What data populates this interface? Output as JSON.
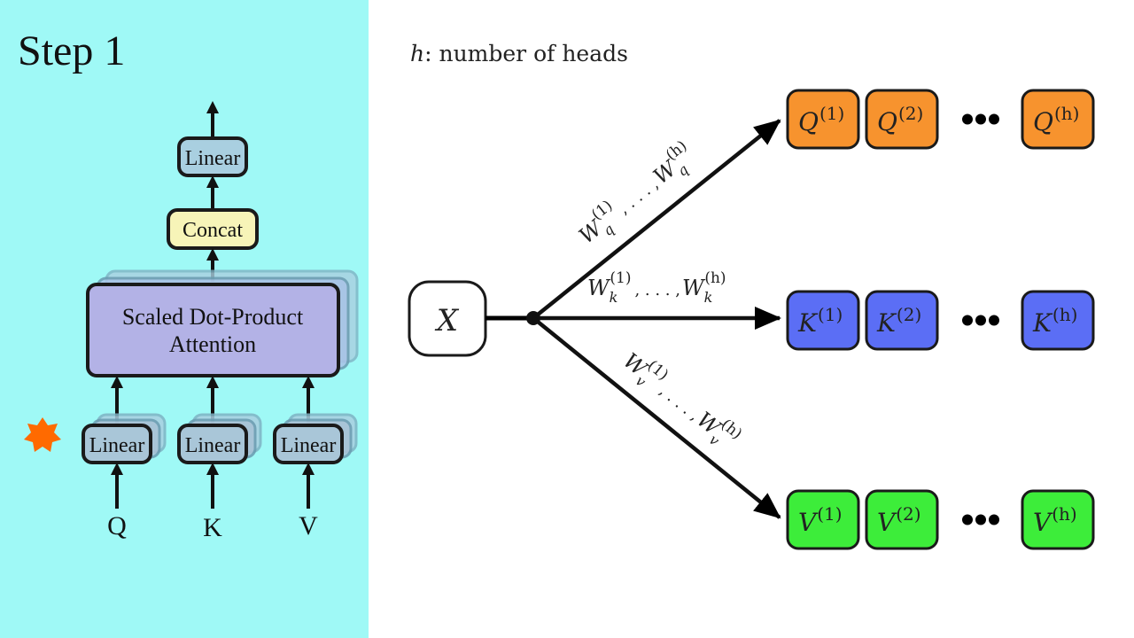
{
  "left_panel": {
    "title": "Step 1",
    "background": "#9ff9f6",
    "blocks": {
      "top_linear": "Linear",
      "concat": "Concat",
      "attention_line1": "Scaled Dot-Product",
      "attention_line2": "Attention",
      "input_linears": [
        "Linear",
        "Linear",
        "Linear"
      ]
    },
    "inputs": [
      "Q",
      "K",
      "V"
    ],
    "highlight_marker": "star-icon",
    "colors": {
      "linear": "#a9cfe0",
      "concat": "#f7f4b8",
      "attention": "#b3b2e6",
      "star": "#ff6a00"
    }
  },
  "right_panel": {
    "legend": {
      "variable": "h",
      "description": ": number of heads"
    },
    "input_node": "X",
    "edges": {
      "query": {
        "w": "W",
        "sub": "q",
        "first_sup": "(1)",
        "last_sup": "(h)",
        "sep": ", . . . ,"
      },
      "key": {
        "w": "W",
        "sub": "k",
        "first_sup": "(1)",
        "last_sup": "(h)",
        "sep": ", . . . ,"
      },
      "value": {
        "w": "W",
        "sub": "v",
        "first_sup": "(1)",
        "last_sup": "(h)",
        "sep": ", . . . ,"
      }
    },
    "rows": [
      {
        "name": "query",
        "letter": "Q",
        "color": "#f7932e",
        "heads": [
          "(1)",
          "(2)",
          "(h)"
        ]
      },
      {
        "name": "key",
        "letter": "K",
        "color": "#5b6ef5",
        "heads": [
          "(1)",
          "(2)",
          "(h)"
        ]
      },
      {
        "name": "value",
        "letter": "V",
        "color": "#3ded3a",
        "heads": [
          "(1)",
          "(2)",
          "(h)"
        ]
      }
    ],
    "ellipsis": "•••"
  }
}
